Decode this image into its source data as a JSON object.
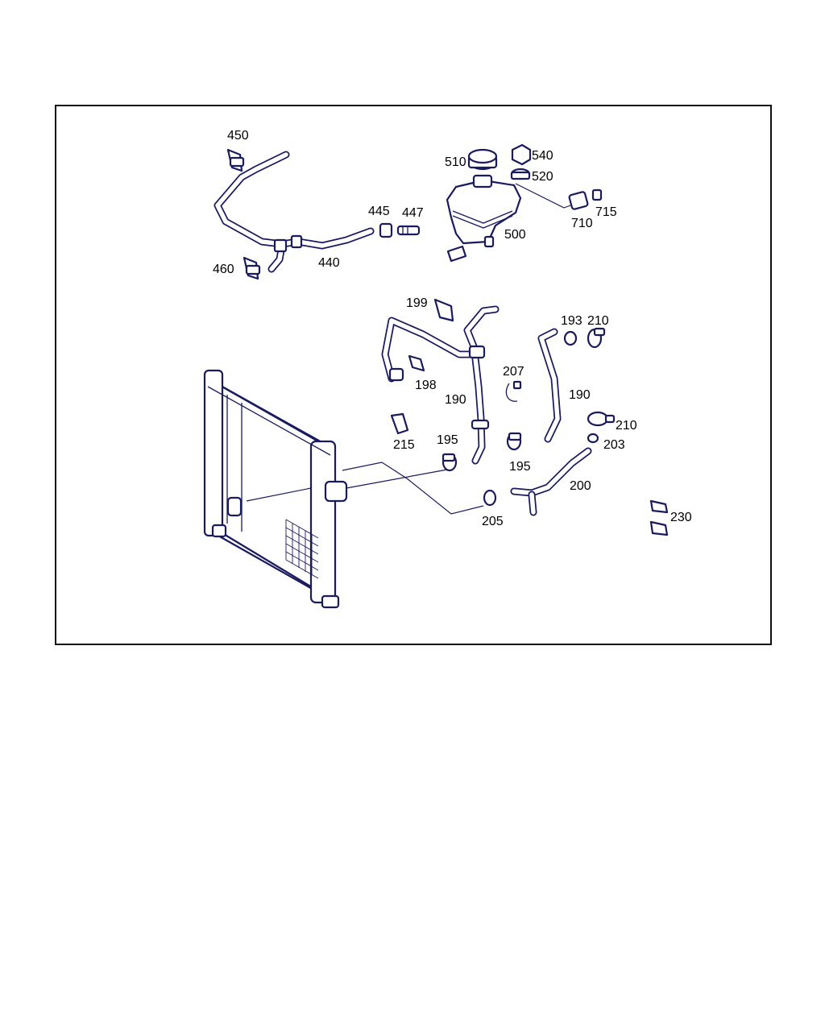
{
  "diagram": {
    "callouts": [
      {
        "id": "450",
        "text": "450"
      },
      {
        "id": "460",
        "text": "460"
      },
      {
        "id": "440",
        "text": "440"
      },
      {
        "id": "445",
        "text": "445"
      },
      {
        "id": "447",
        "text": "447"
      },
      {
        "id": "510",
        "text": "510"
      },
      {
        "id": "540",
        "text": "540"
      },
      {
        "id": "520",
        "text": "520"
      },
      {
        "id": "715",
        "text": "715"
      },
      {
        "id": "710",
        "text": "710"
      },
      {
        "id": "500",
        "text": "500"
      },
      {
        "id": "199",
        "text": "199"
      },
      {
        "id": "193",
        "text": "193"
      },
      {
        "id": "210a",
        "text": "210"
      },
      {
        "id": "198",
        "text": "198"
      },
      {
        "id": "207",
        "text": "207"
      },
      {
        "id": "190a",
        "text": "190"
      },
      {
        "id": "190b",
        "text": "190"
      },
      {
        "id": "210b",
        "text": "210"
      },
      {
        "id": "215",
        "text": "215"
      },
      {
        "id": "195a",
        "text": "195"
      },
      {
        "id": "203",
        "text": "203"
      },
      {
        "id": "195b",
        "text": "195"
      },
      {
        "id": "200",
        "text": "200"
      },
      {
        "id": "230",
        "text": "230"
      },
      {
        "id": "205",
        "text": "205"
      }
    ]
  }
}
